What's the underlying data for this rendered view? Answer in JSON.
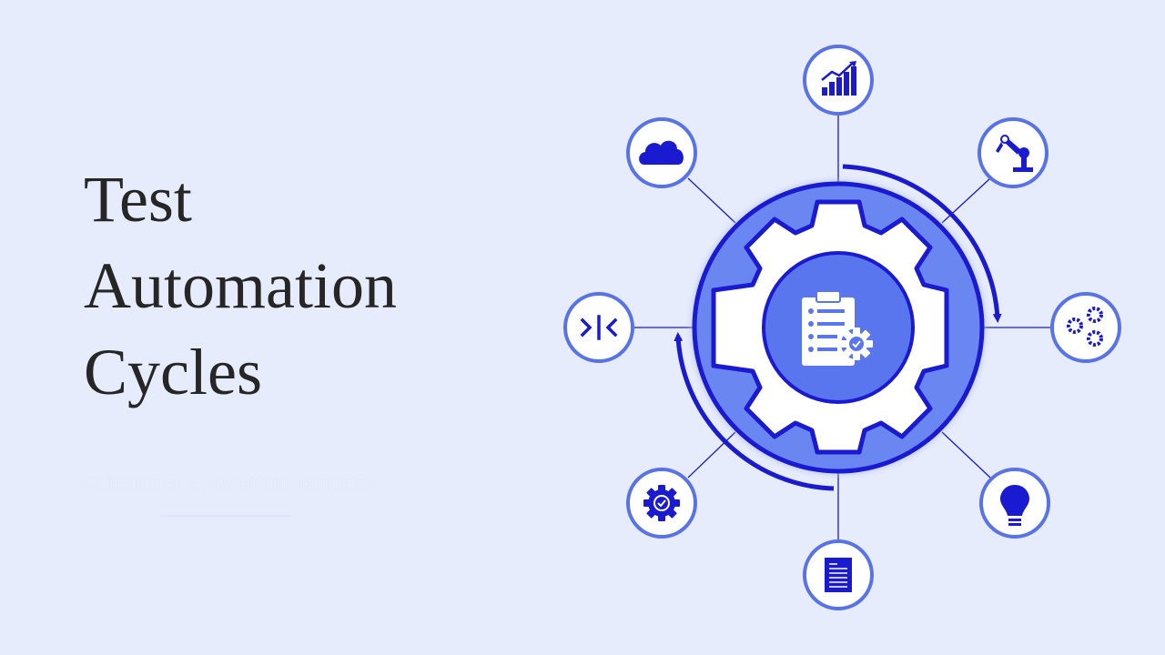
{
  "slide": {
    "title_lines": [
      "Test",
      "Automation",
      "Cycles"
    ],
    "subtitle": "Collection of ... PowerPoint Templates"
  },
  "colors": {
    "background": "#e6ecfb",
    "primary": "#1a1ad0",
    "ring_fill": "#6a86f0",
    "icon_ring": "#5872e8",
    "white": "#ffffff",
    "title": "#262626"
  },
  "diagram": {
    "center_icon": "clipboard-checklist-gear-icon",
    "satellites": [
      {
        "name": "bar-chart-growth-icon"
      },
      {
        "name": "robotic-arm-icon"
      },
      {
        "name": "gears-icon"
      },
      {
        "name": "lightbulb-icon"
      },
      {
        "name": "document-icon"
      },
      {
        "name": "gear-check-icon"
      },
      {
        "name": "merge-arrows-icon"
      },
      {
        "name": "cloud-icon"
      }
    ]
  }
}
